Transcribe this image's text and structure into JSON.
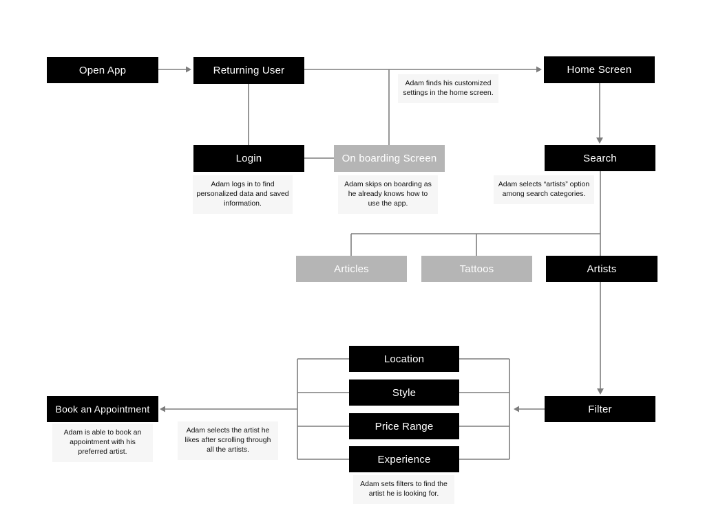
{
  "diagram": {
    "colors": {
      "node_black": "#000000",
      "node_gray": "#b5b5b5",
      "annotation_bg": "#f6f6f6",
      "line": "#7d7d7d",
      "node_text": "#ffffff"
    },
    "nodes": {
      "open_app": {
        "label": "Open App",
        "variant": "black"
      },
      "returning_user": {
        "label": "Returning User",
        "variant": "black"
      },
      "home_screen": {
        "label": "Home Screen",
        "variant": "black"
      },
      "login": {
        "label": "Login",
        "variant": "black"
      },
      "onboarding": {
        "label": "On boarding Screen",
        "variant": "gray"
      },
      "search": {
        "label": "Search",
        "variant": "black"
      },
      "articles": {
        "label": "Articles",
        "variant": "gray"
      },
      "tattoos": {
        "label": "Tattoos",
        "variant": "gray"
      },
      "artists": {
        "label": "Artists",
        "variant": "black"
      },
      "location": {
        "label": "Location",
        "variant": "black"
      },
      "style": {
        "label": "Style",
        "variant": "black"
      },
      "price_range": {
        "label": "Price Range",
        "variant": "black"
      },
      "experience": {
        "label": "Experience",
        "variant": "black"
      },
      "filter": {
        "label": "Filter",
        "variant": "black"
      },
      "book_appointment": {
        "label": "Book an Appointment",
        "variant": "black"
      }
    },
    "annotations": {
      "home_screen": "Adam finds his customized settings in the home screen.",
      "login": "Adam logs in to find personalized data and saved information.",
      "onboarding": "Adam skips on boarding as he already knows how to use the app.",
      "search": "Adam selects “artists” option among search categories.",
      "book_appointment": "Adam is able to book an appointment with his preferred artist.",
      "select_artist": "Adam selects the artist he likes after scrolling through all the artists.",
      "filters": "Adam sets filters to find the artist he is looking for."
    }
  }
}
